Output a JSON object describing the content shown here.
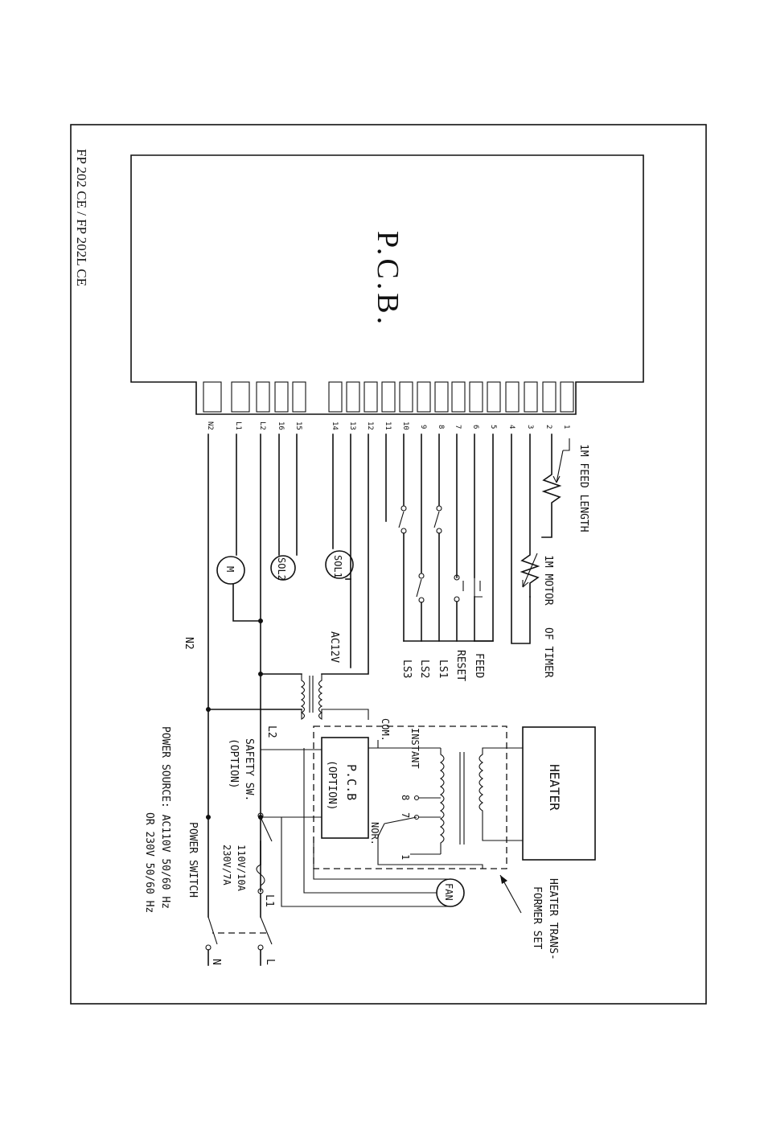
{
  "title": "FP 202 CE / FP 202L CE",
  "pcb": {
    "label": "P.C.B."
  },
  "pins": [
    "1",
    "2",
    "3",
    "4",
    "5",
    "6",
    "7",
    "8",
    "9",
    "10",
    "11",
    "12",
    "13",
    "14",
    "15",
    "16",
    "L2",
    "L1",
    "N2"
  ],
  "components": {
    "feed_length": "1M FEED LENGTH",
    "timer_motor_line1": "1M MOTOR",
    "timer_motor_line2": "OF TIMER",
    "feed": "FEED",
    "reset": "RESET",
    "ls1": "LS1",
    "ls2": "LS2",
    "ls3": "LS3",
    "sol1": "SOL1",
    "sol2": "SOL2",
    "motor": "M",
    "ac12v": "AC12V",
    "n2": "N2",
    "l2": "L2",
    "heater": "HEATER",
    "com": "COM.",
    "instant": "INSTANT",
    "nor": "NOR.",
    "tap_8": "8",
    "tap_7": "7",
    "tap_1": "1",
    "pcb_option_line1": "P.C.B",
    "pcb_option_line2": "(OPTION)",
    "fan": "FAN",
    "safety_line1": "SAFETY SW.",
    "safety_line2": "(OPTION)",
    "fuse_line1": "110V/10A",
    "fuse_line2": "230V/7A",
    "l1": "L1",
    "l": "L",
    "n": "N",
    "power_switch": "POWER SWITCH",
    "heater_set_line1": "HEATER TRANS-",
    "heater_set_line2": "FORMER SET",
    "power_source_line1": "POWER SOURCE: AC110V 50/60 Hz",
    "power_source_line2": "OR 230V 50/60 Hz"
  }
}
